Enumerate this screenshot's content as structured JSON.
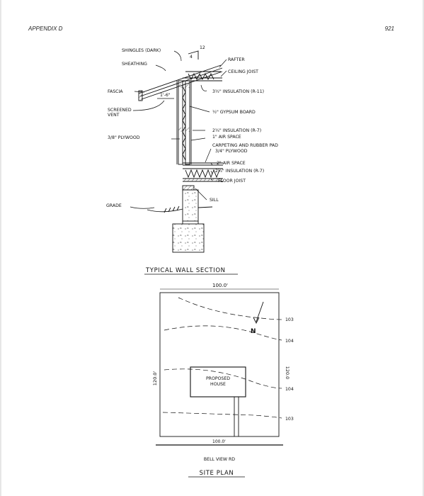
{
  "header": {
    "appendix": "APPENDIX D",
    "page_number": "921"
  },
  "wall_section": {
    "title": "TYPICAL WALL SECTION",
    "labels": {
      "shingles": "SHINGLES (DARK)",
      "sheathing": "SHEATHING",
      "slope_rise": "12",
      "slope_run": "4",
      "rafter": "RAFTER",
      "ceiling_joist": "CEILING JOIST",
      "fascia": "FASCIA",
      "overhang": "1'-6\"",
      "insulation_ceiling": "3½\" INSULATION (R-11)",
      "screened_vent": "SCREENED VENT",
      "gypsum": "½\" GYPSUM BOARD",
      "plywood_3_8": "3/8\" PLYWOOD",
      "insulation_wall": "2¼\" INSULATION (R-7)",
      "air_space_1": "1\" AIR SPACE",
      "carpeting": "CARPETING AND RUBBER PAD",
      "plywood_3_4": "3/4\" PLYWOOD",
      "air_space_2": "2\" AIR SPACE",
      "insulation_floor": "2¼\" INSULATION (R-7)",
      "floor_joist": "FLOOR JOIST",
      "sill": "SILL",
      "grade": "GRADE"
    }
  },
  "site_plan": {
    "title": "SITE PLAN",
    "dim_top": "100.0'",
    "dim_bottom": "100.0'",
    "dim_left": "120.0'",
    "dim_right": "120.0",
    "north": "N",
    "house_label_1": "PROPOSED",
    "house_label_2": "HOUSE",
    "road": "BELL VIEW RD",
    "contours": [
      "103",
      "104",
      "104",
      "103"
    ]
  }
}
